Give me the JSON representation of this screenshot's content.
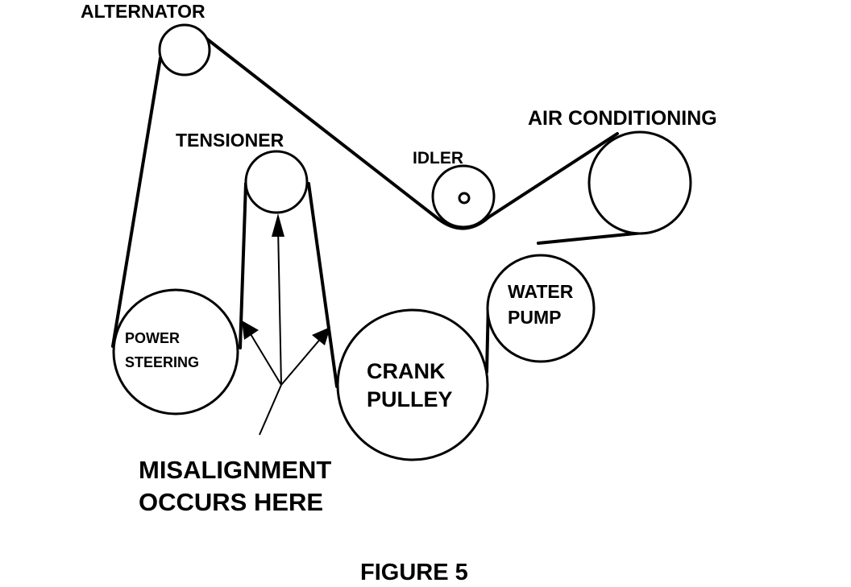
{
  "labels": {
    "alternator": "ALTERNATOR",
    "tensioner": "TENSIONER",
    "idler": "IDLER",
    "air_conditioning": "AIR CONDITIONING",
    "power_steering_line1": "POWER",
    "power_steering_line2": "STEERING",
    "crank_pulley_line1": "CRANK",
    "crank_pulley_line2": "PULLEY",
    "water_pump_line1": "WATER",
    "water_pump_line2": "PUMP",
    "misalignment_line1": "MISALIGNMENT",
    "misalignment_line2": "OCCURS HERE"
  },
  "caption": "FIGURE 5"
}
